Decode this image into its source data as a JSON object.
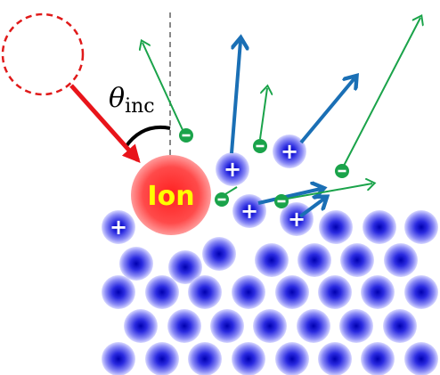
{
  "colors": {
    "incident": "#e8141a",
    "ion_fill": "#ff3b3b",
    "ion_text": "#ffff00",
    "surface_atom": "#1010d8",
    "positive_ion": "#1a6fb5",
    "electron": "#1aa34a",
    "dashed_circle": "#e01a1a",
    "normal_line": "#888888"
  },
  "labels": {
    "ion": "Ion",
    "theta": "θ",
    "theta_sub": "inc",
    "plus": "+",
    "minus": "−"
  },
  "icons": {
    "incident_arrow": "red-arrow",
    "sputtered_ion_arrow": "blue-arrow",
    "secondary_electron_arrow": "green-arrow"
  }
}
